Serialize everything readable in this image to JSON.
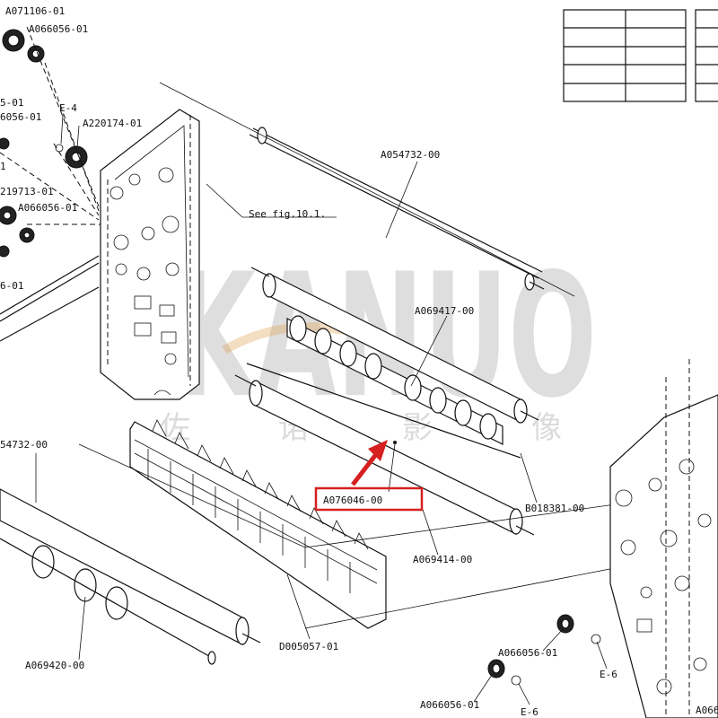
{
  "labels": {
    "a071106": "A071106-01",
    "a066056_top": "A066056-01",
    "partial_5_01": "5-01",
    "partial_6056": "6056-01",
    "e4": "E-4",
    "a220174": "A220174-01",
    "partial_1": "1",
    "partial_219713": "219713-01",
    "a066056_left": "A066056-01",
    "partial_6_01": "6-01",
    "a054732_top": "A054732-00",
    "see_fig": "See fig.10.1.",
    "a069417": "A069417-00",
    "b018381": "B018381-00",
    "a076046": "A076046-00",
    "a069414": "A069414-00",
    "partial_54732": "54732-00",
    "a069420": "A069420-00",
    "d005057": "D005057-01",
    "a066056_bottom1": "A066056-01",
    "e6_1": "E-6",
    "a066056_bottom2": "A066056-01",
    "e6_2": "E-6",
    "partial_a066": "A066"
  },
  "watermark": {
    "brand": "KANUO",
    "chinese": [
      "佐",
      "诺",
      "影",
      "像"
    ]
  },
  "table": {
    "rows": 5,
    "columns": 4
  },
  "highlight": {
    "target": "A076046-00",
    "color": "#d62020"
  }
}
